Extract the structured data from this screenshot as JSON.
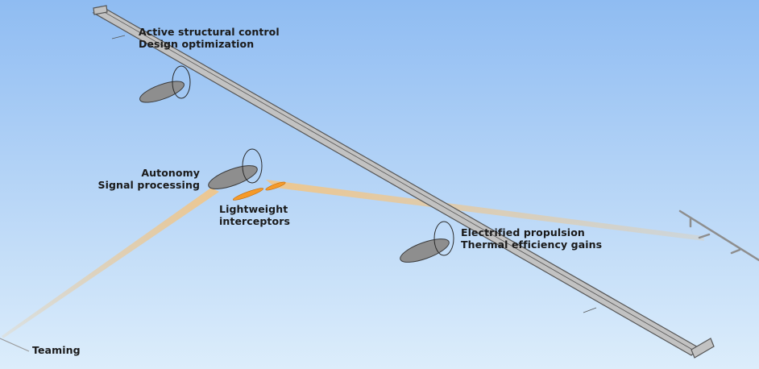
{
  "colors": {
    "sky_top": "#8fbcf2",
    "sky_bottom": "#dcedfb",
    "wing_fill": "#c2c2c2",
    "wing_edge": "#555555",
    "nacelle_fill": "#8e8e8e",
    "beam_color": "#f0c68a",
    "interceptor_color": "#f59a2a"
  },
  "icons": {
    "aircraft": "flying-wing-aircraft-icon",
    "interceptor": "interceptor-missile-icon",
    "wingman": "teaming-aircraft-icon"
  },
  "labels": {
    "structural": {
      "line1": "Active structural control",
      "line2": "Design optimization"
    },
    "autonomy": {
      "line1": "Autonomy",
      "line2": "Signal processing"
    },
    "interceptors": {
      "line1": "Lightweight",
      "line2": "interceptors"
    },
    "propulsion": {
      "line1": "Electrified propulsion",
      "line2": "Thermal efficiency gains"
    },
    "teaming": {
      "line1": "Teaming"
    }
  }
}
